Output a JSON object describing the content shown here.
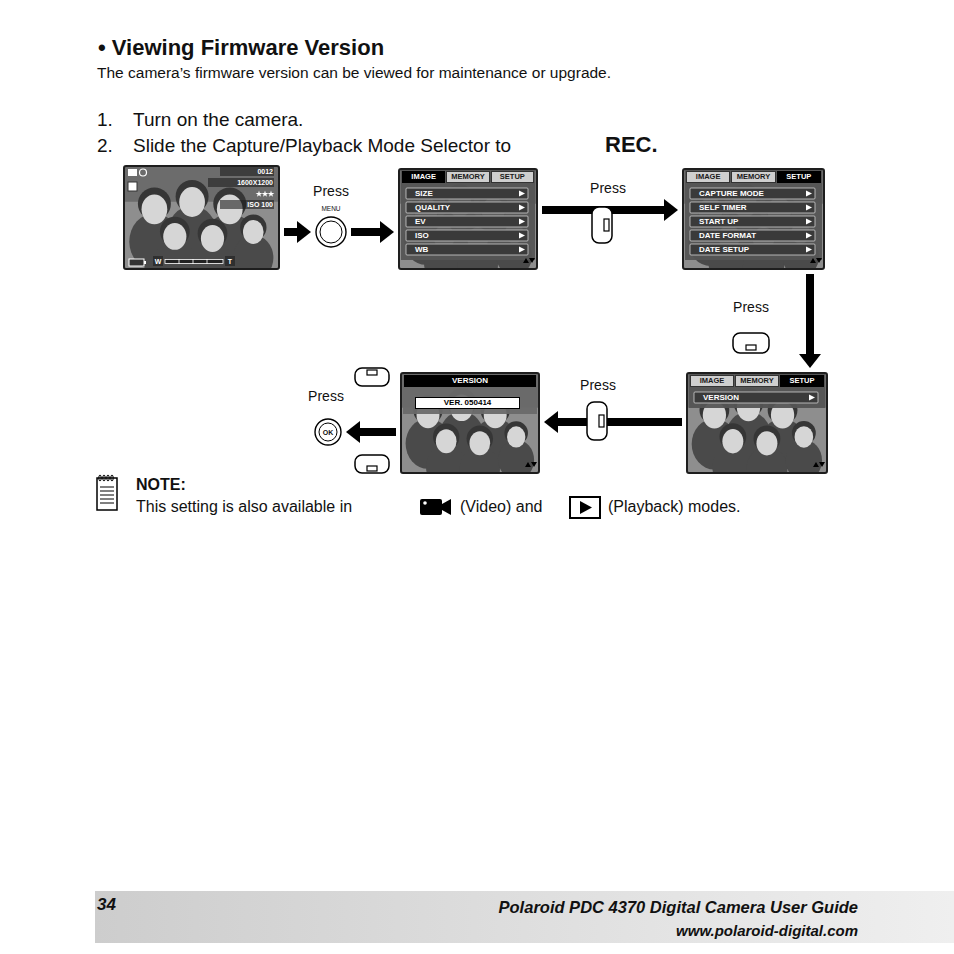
{
  "diagram": {
    "title": "• Viewing Firmware Version",
    "nodes": [
      {
        "text": [
          "0012",
          "1600X1200",
          "ISO 100",
          "W",
          "T"
        ]
      },
      {
        "text": [
          "Press",
          "MENU"
        ]
      },
      {
        "text": [
          "IMAGE",
          "MEMORY",
          "SETUP",
          "SIZE",
          "QUALITY",
          "EV",
          "ISO",
          "WB"
        ]
      },
      {
        "text": [
          "IMAGE",
          "MEMORY",
          "SETUP",
          "CAPTURE MODE",
          "SELF TIMER",
          "START UP",
          "DATE FORMAT",
          "DATE SETUP"
        ]
      },
      {
        "text": [
          "IMAGE",
          "MEMORY",
          "SETUP",
          "VERSION"
        ]
      },
      {
        "text": [
          "VERSION",
          "VER. 050414"
        ]
      },
      {
        "text": [
          "Press",
          "OK"
        ]
      }
    ],
    "edges": [
      {
        "from": 0,
        "to": 1,
        "arrow": "to"
      },
      {
        "from": 1,
        "to": 2,
        "arrow": "to"
      },
      {
        "from": 2,
        "to": 3,
        "label": "Press",
        "arrow": "to"
      },
      {
        "from": 3,
        "to": 4,
        "label": "Press",
        "arrow": "to"
      },
      {
        "from": 4,
        "to": 5,
        "label": "Press",
        "arrow": "to"
      },
      {
        "from": 5,
        "to": 6,
        "arrow": "to"
      }
    ],
    "labels": [
      "The camera’s firmware version can be viewed for maintenance or upgrade.",
      "1.",
      "Turn on the camera.",
      "2.",
      "Slide the Capture/Playback Mode Selector to",
      "REC.",
      "NOTE:",
      "This setting is also available in",
      "(Video) and",
      "(Playback) modes.",
      "34",
      "Polaroid PDC 4370 Digital Camera User Guide",
      "www.polaroid-digital.com"
    ]
  }
}
